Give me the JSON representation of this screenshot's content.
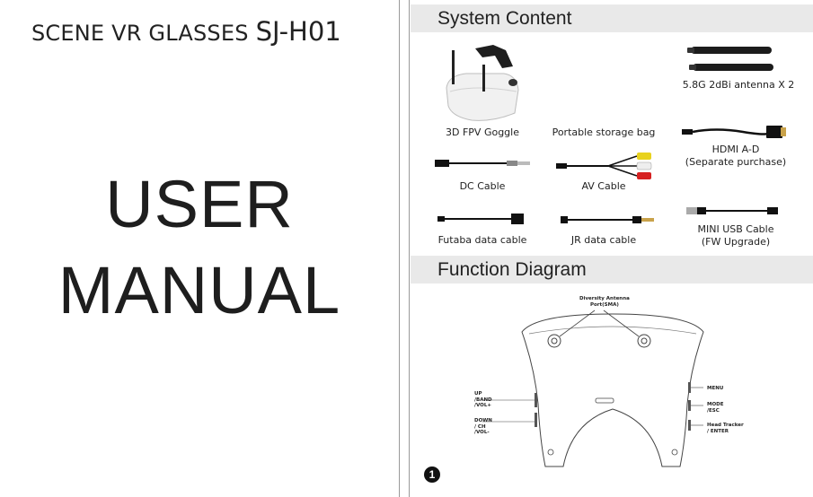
{
  "cover": {
    "brand_line": "SCENE VR GLASSES",
    "model": "SJ-H01",
    "title_line1": "USER",
    "title_line2": "MANUAL"
  },
  "system_content": {
    "heading": "System Content",
    "items": [
      {
        "label": "5.8G 2dBi antenna X 2"
      },
      {
        "label": "3D FPV Goggle"
      },
      {
        "label": "Portable storage bag"
      },
      {
        "label": "HDMI A-D"
      },
      {
        "label": "(Separate purchase)"
      },
      {
        "label": "DC Cable"
      },
      {
        "label": "AV Cable"
      },
      {
        "label": "Futaba data cable"
      },
      {
        "label": "JR data cable"
      },
      {
        "label": "MINI USB Cable"
      },
      {
        "label": "(FW Upgrade)"
      }
    ]
  },
  "function_diagram": {
    "heading": "Function Diagram",
    "labels": {
      "antenna_1": "Diversity Antenna",
      "antenna_2": "Port(SMA)",
      "up_1": "UP",
      "up_2": "/BAND",
      "up_3": "/VOL+",
      "down_1": "DOWN",
      "down_2": "/ CH",
      "down_3": "/VOL-",
      "menu": "MENU",
      "mode_1": "MODE",
      "mode_2": "/ESC",
      "head_1": "Head Tracker",
      "head_2": "/ ENTER"
    }
  },
  "page_number": "1"
}
